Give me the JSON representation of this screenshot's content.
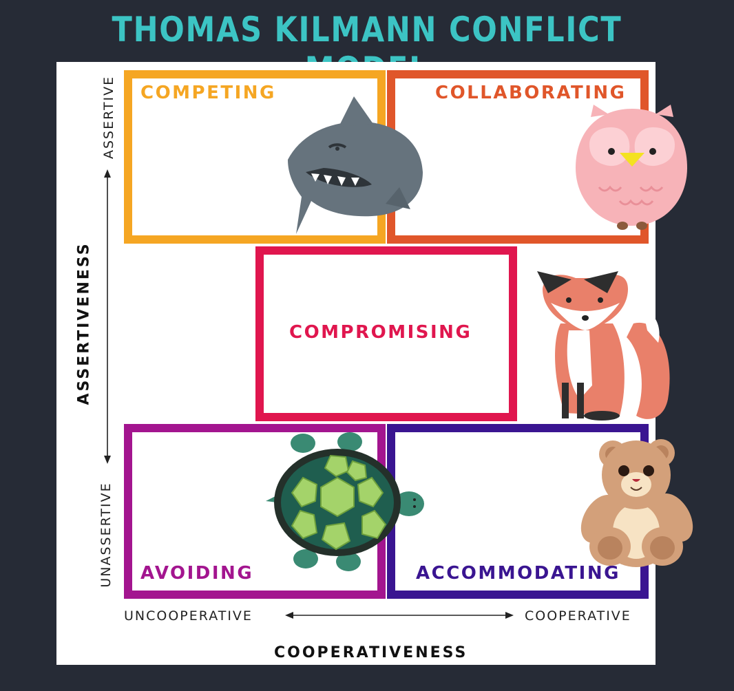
{
  "title": "THOMAS KILMANN CONFLICT MODEL",
  "quadrants": {
    "competing": {
      "label": "COMPETING",
      "color": "#f5a623"
    },
    "collaborating": {
      "label": "COLLABORATING",
      "color": "#e0562a"
    },
    "compromising": {
      "label": "COMPROMISING",
      "color": "#e0164e"
    },
    "avoiding": {
      "label": "AVOIDING",
      "color": "#a3158f"
    },
    "accommodating": {
      "label": "ACCOMMODATING",
      "color": "#3a1591"
    }
  },
  "axes": {
    "vertical_title": "ASSERTIVENESS",
    "vertical_top": "ASSERTIVE",
    "vertical_bottom": "UNASSERTIVE",
    "horizontal_title": "COOPERATIVENESS",
    "horizontal_left": "UNCOOPERATIVE",
    "horizontal_right": "COOPERATIVE"
  },
  "icons": [
    "shark-icon",
    "owl-icon",
    "fox-icon",
    "turtle-icon",
    "teddy-bear-icon"
  ]
}
